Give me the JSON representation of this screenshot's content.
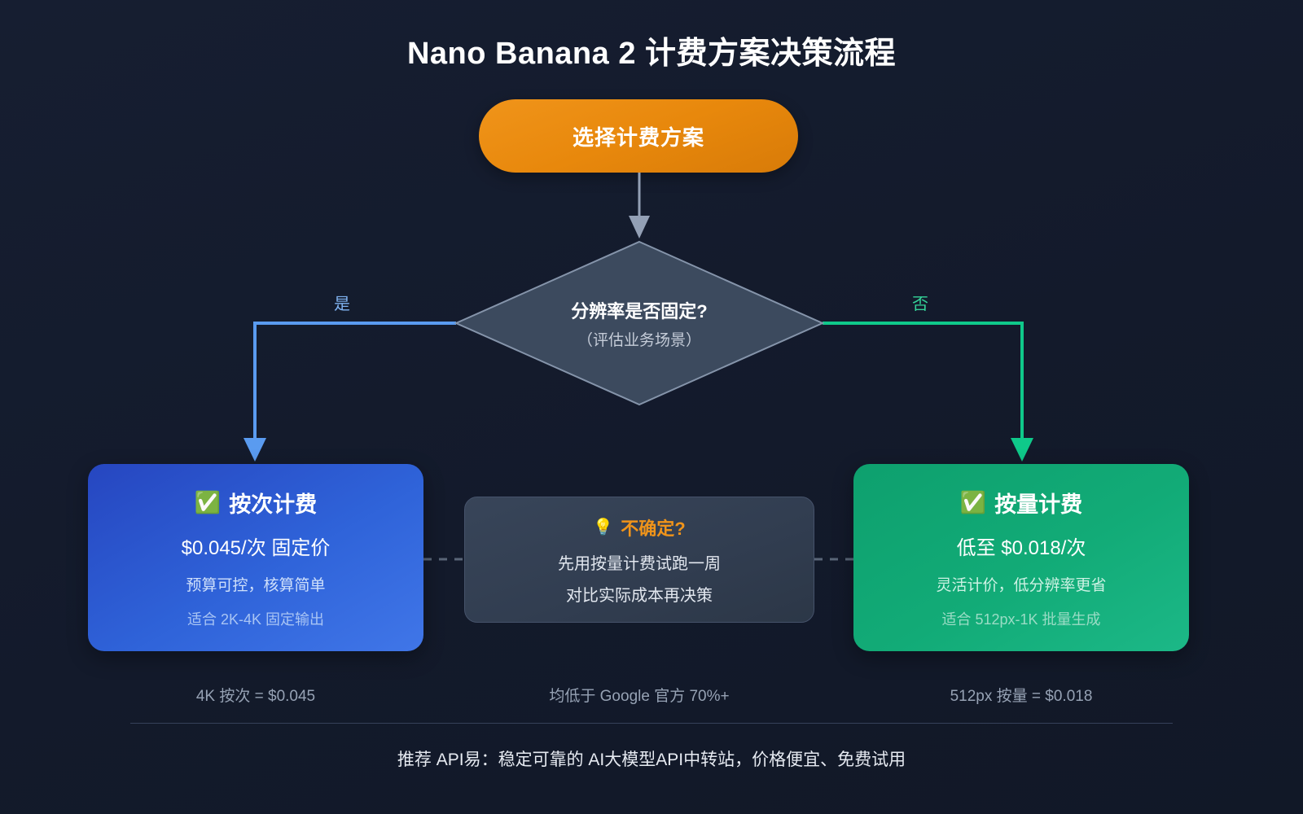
{
  "title": "Nano Banana 2 计费方案决策流程",
  "start_node": {
    "label": "选择计费方案"
  },
  "decision_node": {
    "question": "分辨率是否固定?",
    "subtitle": "（评估业务场景）"
  },
  "edges": {
    "yes_label": "是",
    "no_label": "否",
    "yes_color": "#7fb2f0",
    "no_color": "#34d399",
    "stem_color": "#93a0b5",
    "dashed_color": "#5a6678"
  },
  "cards": {
    "per_call": {
      "check_icon": "✅",
      "title": "按次计费",
      "price": "$0.045/次 固定价",
      "desc": "预算可控，核算简单",
      "note": "适合 2K-4K 固定输出",
      "color": "#2f63d9"
    },
    "per_volume": {
      "check_icon": "✅",
      "title": "按量计费",
      "price": "低至 $0.018/次",
      "desc": "灵活计价，低分辨率更省",
      "note": "适合 512px-1K 批量生成",
      "color": "#12ab77"
    }
  },
  "tip_box": {
    "bulb_icon": "💡",
    "title": "不确定?",
    "line1": "先用按量计费试跑一周",
    "line2": "对比实际成本再决策",
    "accent": "#f0941a"
  },
  "captions": {
    "left": "4K 按次 = $0.045",
    "center": "均低于 Google 官方 70%+",
    "right": "512px 按量 = $0.018"
  },
  "footer": "推荐 API易：稳定可靠的 AI大模型API中转站，价格便宜、免费试用"
}
